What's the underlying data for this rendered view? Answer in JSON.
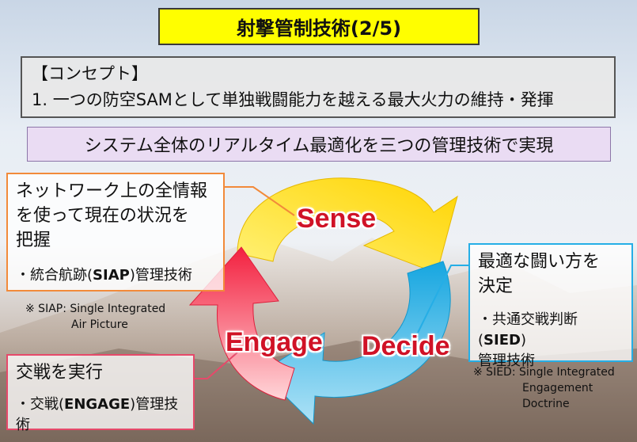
{
  "title": "射撃管制技術(2/5)",
  "concept": {
    "heading": "【コンセプト】",
    "item": "1. 一つの防空SAMとして単独戦闘能力を越える最大火力の維持・発揮"
  },
  "banner": "システム全体のリアルタイム最適化を三つの管理技術で実現",
  "cycle": {
    "sense": "Sense",
    "decide": "Decide",
    "engage": "Engage",
    "colors": {
      "sense": "#f7d20a",
      "decide": "#1fb4ea",
      "engage": "#f22b48",
      "label": "#d01226"
    }
  },
  "sense_box": {
    "lines": [
      "ネットワーク上の全情報",
      "を使って現在の状況を",
      "把握"
    ],
    "tech_prefix": "・統合航跡(",
    "tech_key": "SIAP",
    "tech_suffix": ")管理技術",
    "border": "#f28a3a"
  },
  "decide_box": {
    "lines": [
      "最適な闘い方を",
      "決定"
    ],
    "tech_prefix": "・共通交戦判断(",
    "tech_key": "SIED",
    "tech_suffix": ")",
    "tech_line2": "管理技術",
    "border": "#25aee6"
  },
  "engage_box": {
    "line": "交戦を実行",
    "tech_prefix": "・交戦(",
    "tech_key": "ENGAGE",
    "tech_suffix": ")管理技術",
    "border": "#e6496a"
  },
  "notes": {
    "siap_line1": "※ SIAP: Single Integrated",
    "siap_line2": "Air Picture",
    "sied_line1": "※ SIED: Single Integrated",
    "sied_line2": "Engagement",
    "sied_line3": "Doctrine"
  }
}
